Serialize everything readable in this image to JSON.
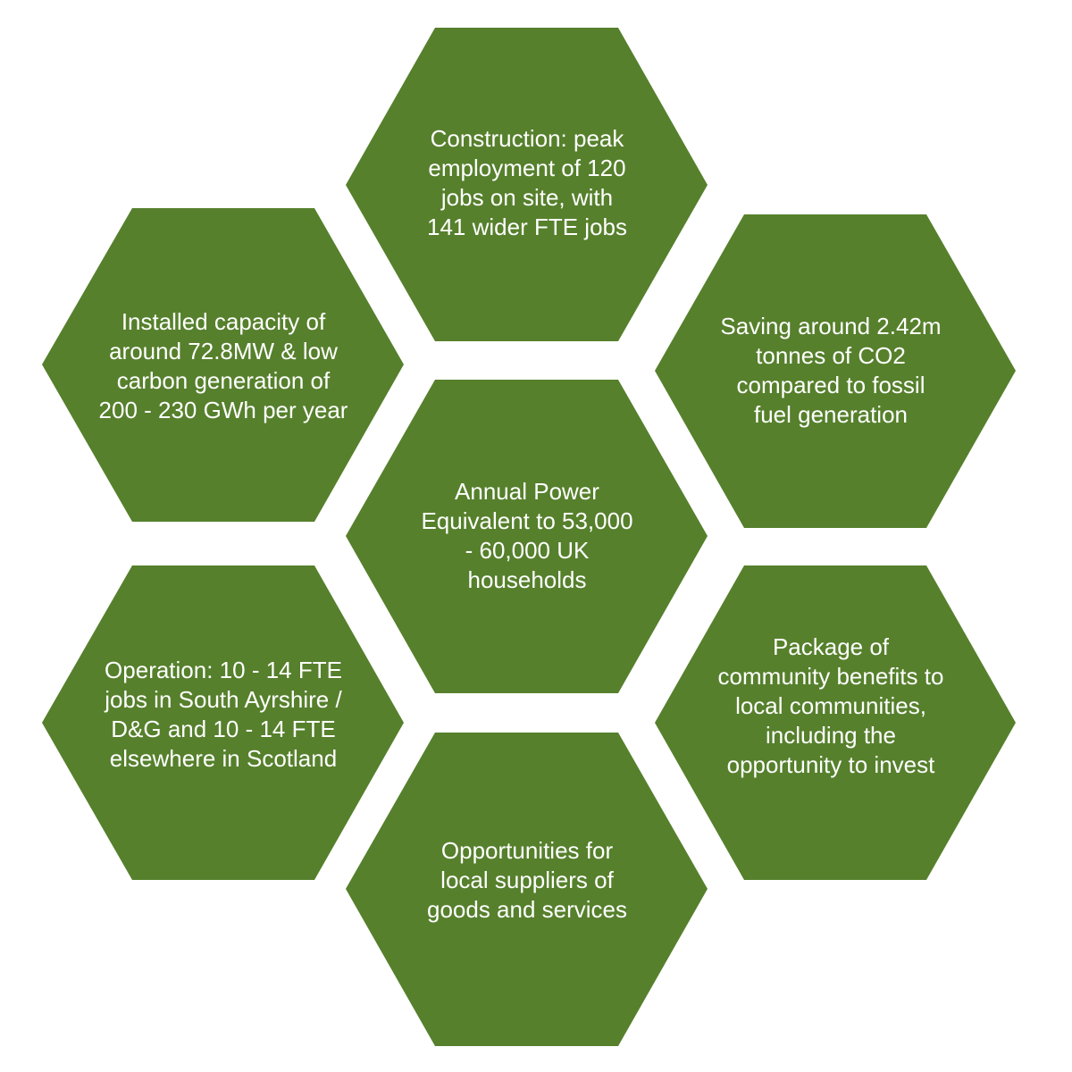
{
  "colors": {
    "hexagon_fill": "#56802c",
    "text": "#ffffff",
    "background": "#ffffff"
  },
  "hexagons": {
    "top": "Construction: peak\nemployment of 120\njobs on site, with\n141 wider FTE jobs",
    "upper_left": "Installed capacity of\naround 72.8MW & low\ncarbon generation of\n200 - 230 GWh per year",
    "upper_right": "Saving around 2.42m\ntonnes of CO2\ncompared to fossil\nfuel generation",
    "center": "Annual Power\nEquivalent to 53,000\n- 60,000 UK\nhouseholds",
    "lower_left": "Operation: 10 - 14 FTE\njobs in South Ayrshire /\nD&G and 10 - 14 FTE\nelsewhere in Scotland",
    "lower_right": "Package of\ncommunity benefits to\nlocal communities,\nincluding the\nopportunity to invest",
    "bottom": "Opportunities for\nlocal suppliers of\ngoods and services"
  }
}
